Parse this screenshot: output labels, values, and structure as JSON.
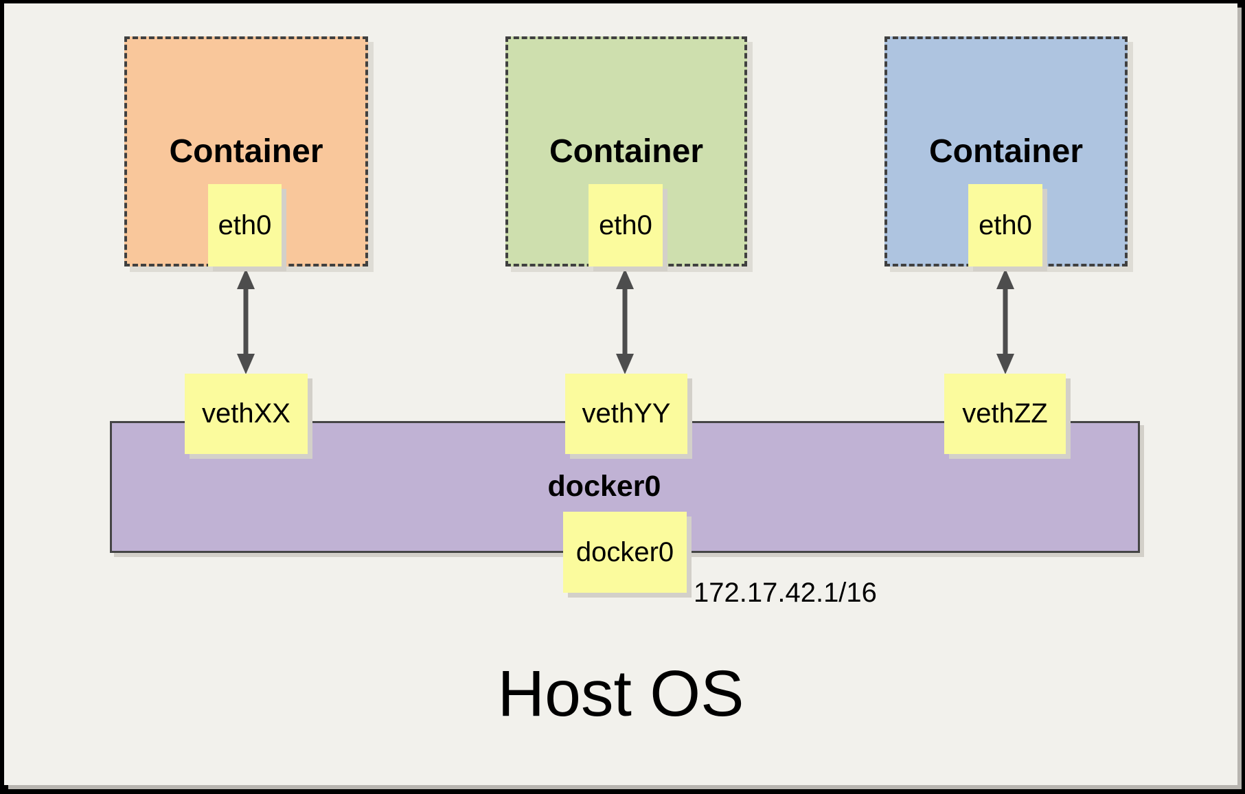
{
  "host": {
    "label": "Host OS"
  },
  "containers": [
    {
      "title": "Container",
      "interface_label": "eth0",
      "veth_label": "vethXX",
      "fill": "#F9C79B"
    },
    {
      "title": "Container",
      "interface_label": "eth0",
      "veth_label": "vethYY",
      "fill": "#CEDFAE"
    },
    {
      "title": "Container",
      "interface_label": "eth0",
      "veth_label": "vethZZ",
      "fill": "#AEC4E0"
    }
  ],
  "bridge": {
    "label": "docker0",
    "interface_label": "docker0",
    "subnet": "172.17.42.1/16",
    "fill": "#C0B2D4"
  },
  "colors": {
    "background": "#F2F1EC",
    "frame": "#000000",
    "interface_box_fill": "#FBFB9D",
    "dashed_border": "#404040",
    "arrow": "#4D4D4D"
  }
}
